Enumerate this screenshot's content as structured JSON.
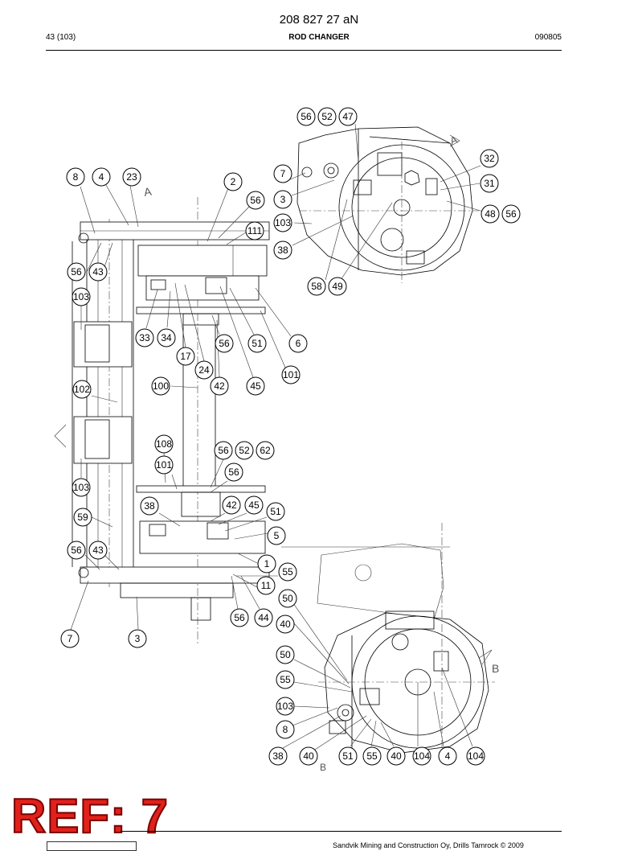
{
  "header": {
    "document_number": "208 827 27 aN",
    "page": "43 (103)",
    "title": "ROD CHANGER",
    "code": "090805"
  },
  "footer": {
    "copyright": "Sandvik Mining and Construction Oy, Drills Tamrock © 2009"
  },
  "stamp": {
    "ref_label": "REF: 7"
  },
  "section_marks": [
    "A",
    "A",
    "B",
    "B"
  ],
  "balloons": [
    {
      "id": "b1",
      "label": "56"
    },
    {
      "id": "b2",
      "label": "52"
    },
    {
      "id": "b3",
      "label": "47"
    },
    {
      "id": "b4",
      "label": "32"
    },
    {
      "id": "b5",
      "label": "7"
    },
    {
      "id": "b6",
      "label": "31"
    },
    {
      "id": "b7",
      "label": "3"
    },
    {
      "id": "b8",
      "label": "48"
    },
    {
      "id": "b9",
      "label": "56"
    },
    {
      "id": "b10",
      "label": "103"
    },
    {
      "id": "b11",
      "label": "38"
    },
    {
      "id": "b12",
      "label": "58"
    },
    {
      "id": "b13",
      "label": "49"
    },
    {
      "id": "b14",
      "label": "8"
    },
    {
      "id": "b15",
      "label": "4"
    },
    {
      "id": "b16",
      "label": "23"
    },
    {
      "id": "b17",
      "label": "2"
    },
    {
      "id": "b18",
      "label": "56"
    },
    {
      "id": "b19",
      "label": "111"
    },
    {
      "id": "b20",
      "label": "56"
    },
    {
      "id": "b21",
      "label": "43"
    },
    {
      "id": "b22",
      "label": "103"
    },
    {
      "id": "b23",
      "label": "33"
    },
    {
      "id": "b24",
      "label": "34"
    },
    {
      "id": "b25",
      "label": "17"
    },
    {
      "id": "b26",
      "label": "56"
    },
    {
      "id": "b27",
      "label": "51"
    },
    {
      "id": "b28",
      "label": "6"
    },
    {
      "id": "b29",
      "label": "24"
    },
    {
      "id": "b30",
      "label": "101"
    },
    {
      "id": "b31",
      "label": "100"
    },
    {
      "id": "b32",
      "label": "42"
    },
    {
      "id": "b33",
      "label": "45"
    },
    {
      "id": "b34",
      "label": "102"
    },
    {
      "id": "b35",
      "label": "108"
    },
    {
      "id": "b36",
      "label": "56"
    },
    {
      "id": "b37",
      "label": "52"
    },
    {
      "id": "b38",
      "label": "62"
    },
    {
      "id": "b39",
      "label": "101"
    },
    {
      "id": "b40",
      "label": "56"
    },
    {
      "id": "b41",
      "label": "103"
    },
    {
      "id": "b42",
      "label": "38"
    },
    {
      "id": "b43",
      "label": "42"
    },
    {
      "id": "b44",
      "label": "45"
    },
    {
      "id": "b45",
      "label": "59"
    },
    {
      "id": "b46",
      "label": "51"
    },
    {
      "id": "b47",
      "label": "5"
    },
    {
      "id": "b48",
      "label": "56"
    },
    {
      "id": "b49",
      "label": "43"
    },
    {
      "id": "b50",
      "label": "1"
    },
    {
      "id": "b51",
      "label": "55"
    },
    {
      "id": "b52",
      "label": "11"
    },
    {
      "id": "b53",
      "label": "50"
    },
    {
      "id": "b54",
      "label": "56"
    },
    {
      "id": "b55",
      "label": "44"
    },
    {
      "id": "b56",
      "label": "7"
    },
    {
      "id": "b57",
      "label": "3"
    },
    {
      "id": "b58",
      "label": "40"
    },
    {
      "id": "b59",
      "label": "50"
    },
    {
      "id": "b60",
      "label": "55"
    },
    {
      "id": "b61",
      "label": "103"
    },
    {
      "id": "b62",
      "label": "8"
    },
    {
      "id": "b63",
      "label": "38"
    },
    {
      "id": "b64",
      "label": "40"
    },
    {
      "id": "b65",
      "label": "51"
    },
    {
      "id": "b66",
      "label": "55"
    },
    {
      "id": "b67",
      "label": "40"
    },
    {
      "id": "b68",
      "label": "104"
    },
    {
      "id": "b69",
      "label": "4"
    },
    {
      "id": "b70",
      "label": "104"
    }
  ]
}
